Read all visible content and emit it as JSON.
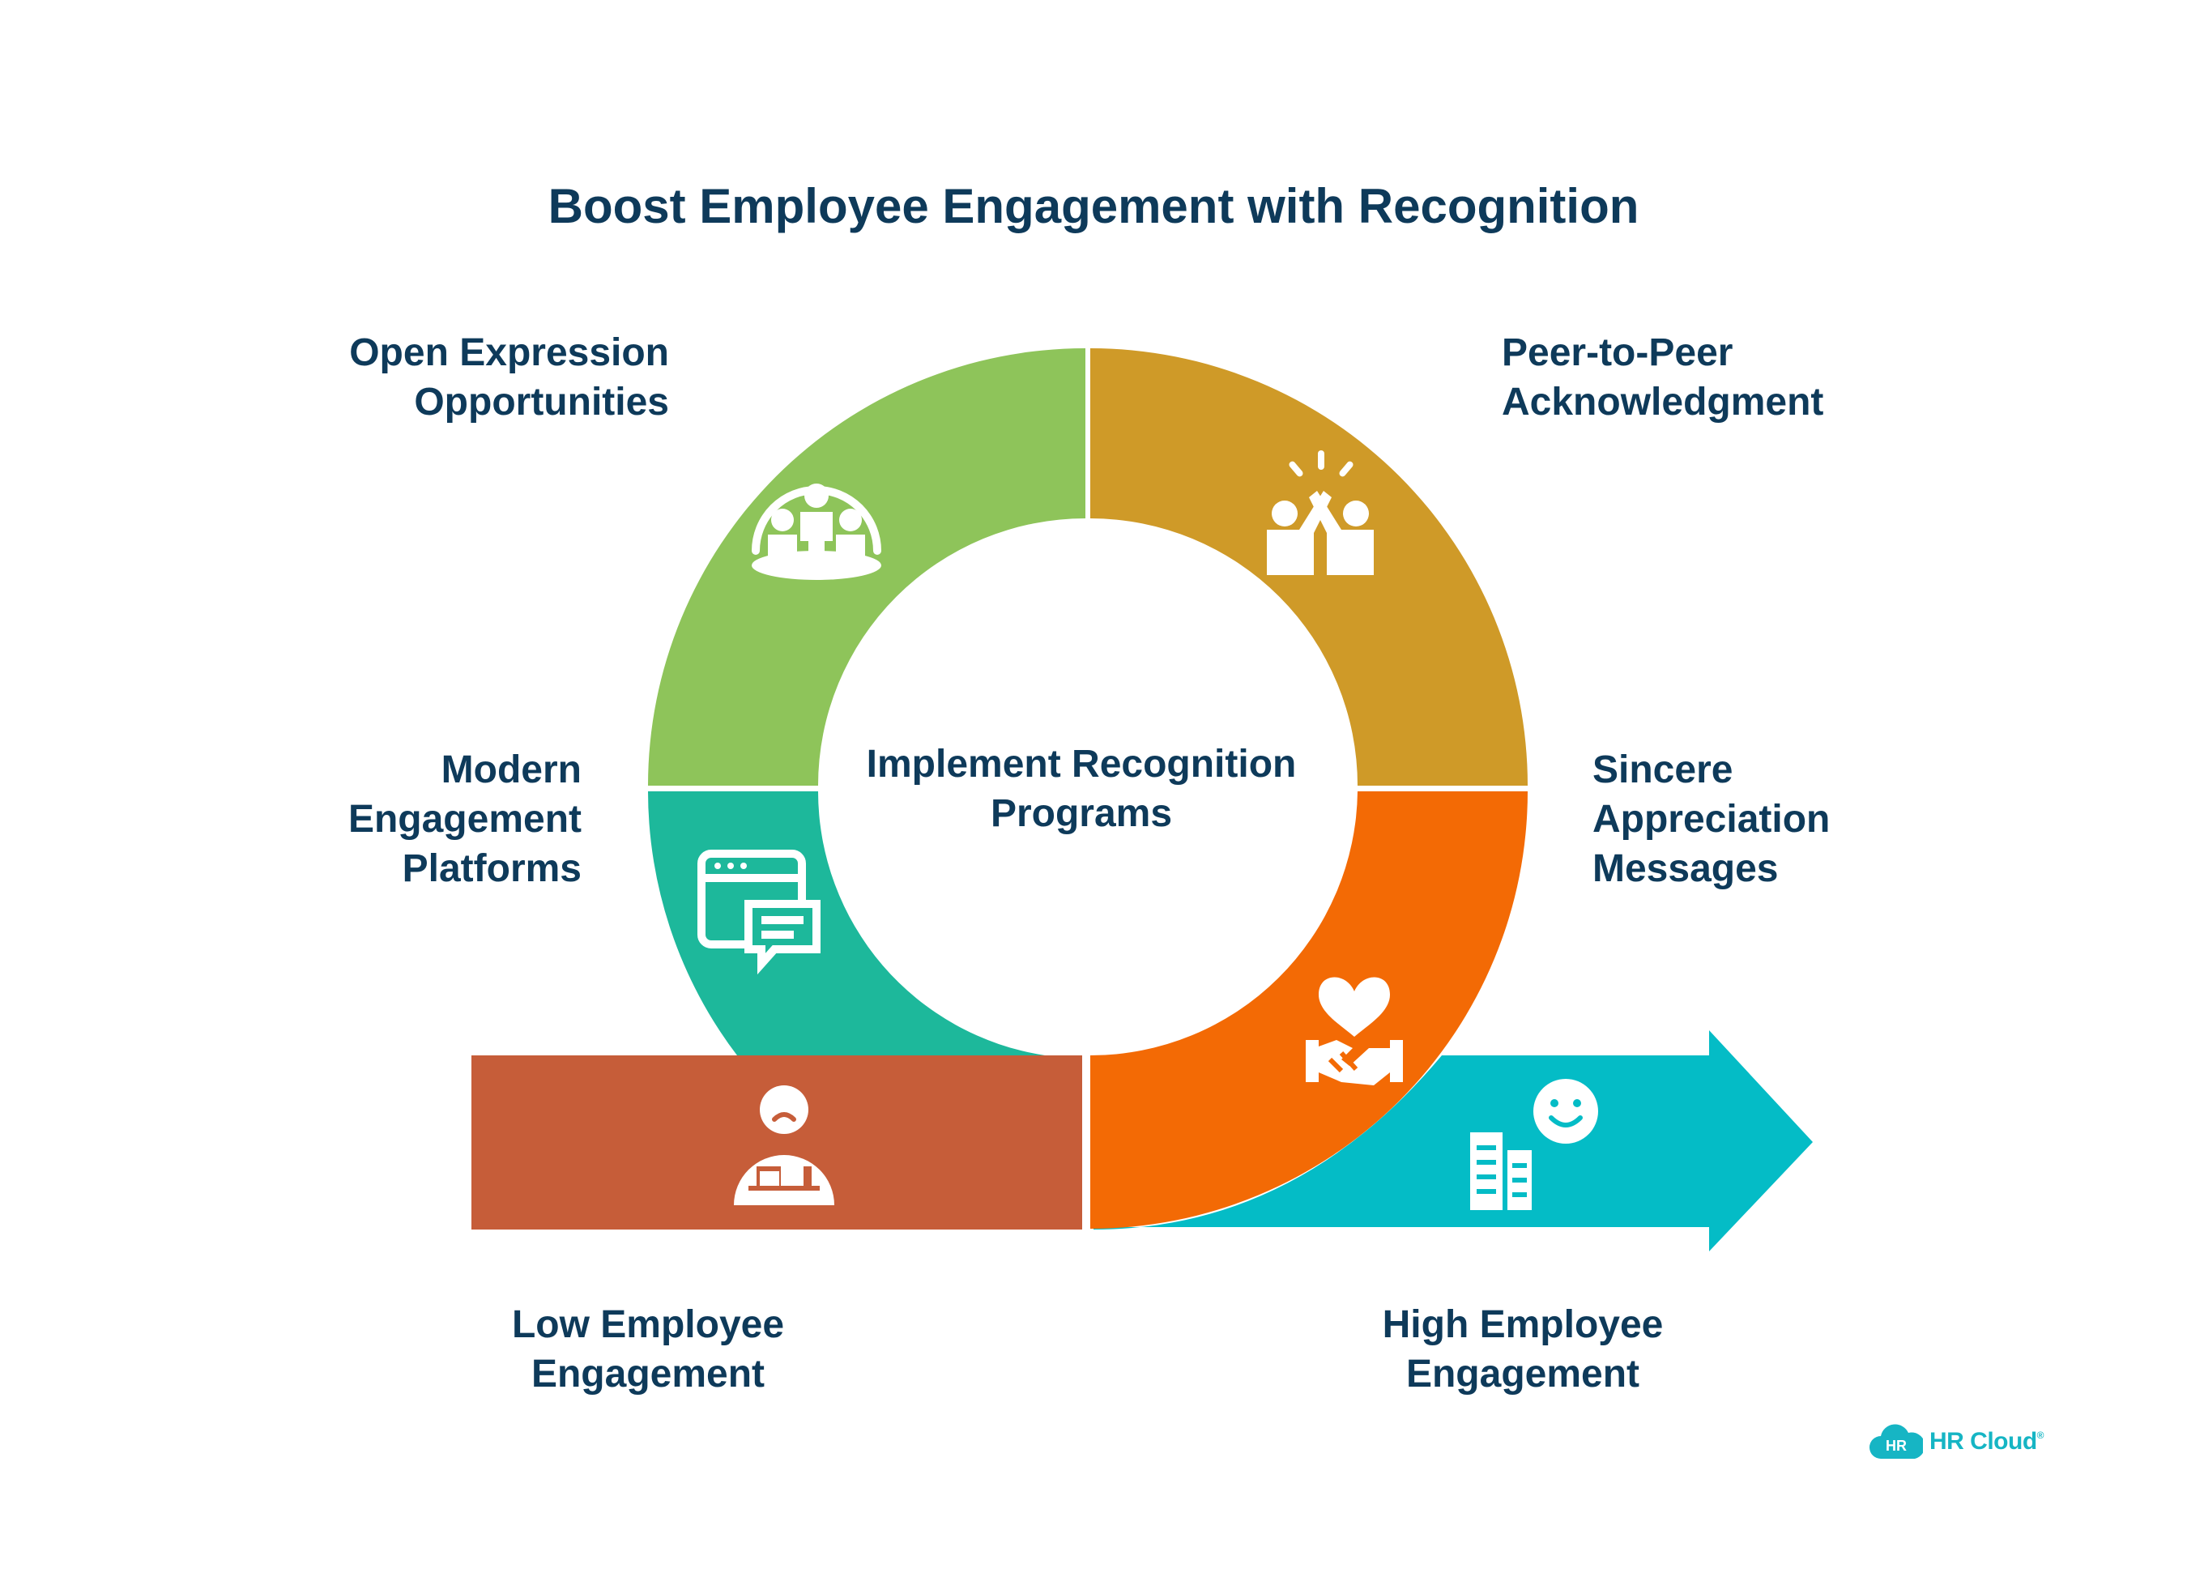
{
  "title": "Boost Employee Engagement with Recognition",
  "center": {
    "line1": "Implement Recognition",
    "line2": "Programs"
  },
  "steps": [
    {
      "line1": "Open Expression",
      "line2": "Opportunities",
      "icon": "group-dome-icon",
      "color": "#8ec45a"
    },
    {
      "line1": "Peer-to-Peer",
      "line2": "Acknowledgment",
      "icon": "high-five-icon",
      "color": "#cf9a28"
    },
    {
      "line1": "Modern",
      "line2": "Engagement",
      "line3": "Platforms",
      "icon": "chat-window-icon",
      "color": "#1db89b"
    },
    {
      "line1": "Sincere",
      "line2": "Appreciation",
      "line3": "Messages",
      "icon": "handshake-heart-icon",
      "color": "#f36a05"
    }
  ],
  "start": {
    "line1": "Low Employee",
    "line2": "Engagement",
    "icon": "sad-worker-icon",
    "color": "#c65d39"
  },
  "end": {
    "line1": "High Employee",
    "line2": "Engagement",
    "icon": "happy-building-icon",
    "color": "#04bcc6"
  },
  "logo": {
    "badge": "HR",
    "name": "HR Cloud",
    "mark": "®"
  }
}
